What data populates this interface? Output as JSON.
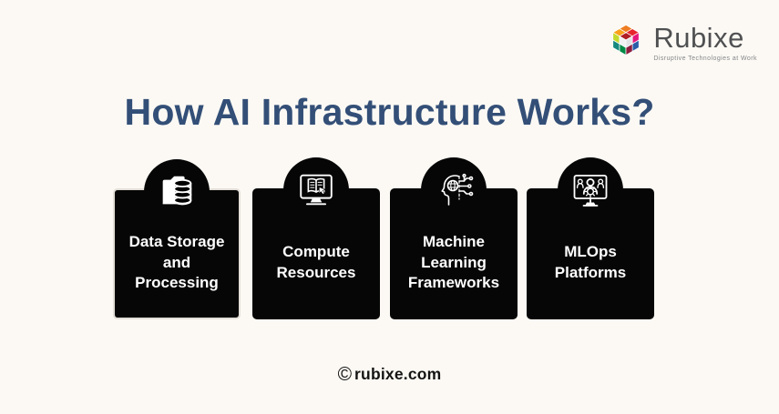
{
  "logo": {
    "name": "Rubixe",
    "tagline": "Disruptive Technologies at Work",
    "icon": "rubixe-cube-icon"
  },
  "title": "How AI Infrastructure Works?",
  "cards": [
    {
      "label": "Data Storage\nand\nProcessing",
      "icon": "folder-database-icon"
    },
    {
      "label": "Compute\nResources",
      "icon": "monitor-book-icon"
    },
    {
      "label": "Machine\nLearning\nFrameworks",
      "icon": "ai-head-circuit-icon"
    },
    {
      "label": "MLOps\nPlatforms",
      "icon": "monitor-team-gear-icon"
    }
  ],
  "footer": {
    "symbol": "©",
    "site": "rubixe.com"
  },
  "colors": {
    "background": "#fcf9f4",
    "title": "#334f77",
    "card_background": "#060606",
    "card_text": "#ffffff",
    "logo_text": "#4f5052",
    "logo_tagline": "#85868a",
    "footer_text": "#141414"
  }
}
